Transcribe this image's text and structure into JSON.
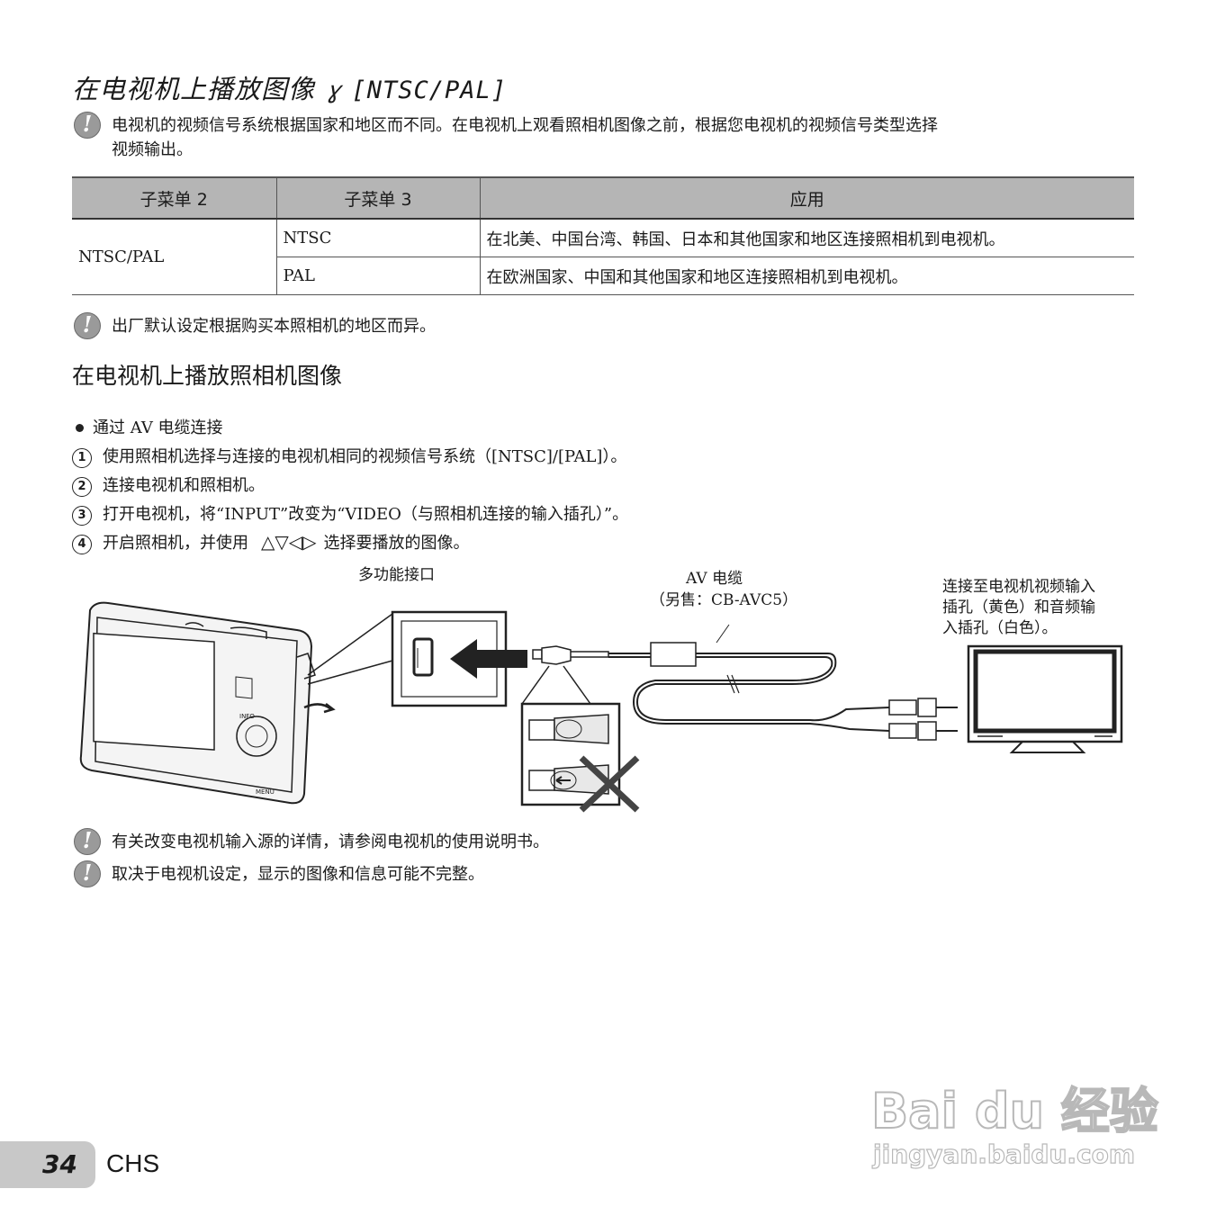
{
  "header": {
    "title_text": "在电视机上播放图像",
    "setup_icon": "setup-wrench-icon",
    "title_code": "[NTSC/PAL]"
  },
  "note1": {
    "icon": "caution-icon",
    "line1": "电视机的视频信号系统根据国家和地区而不同。在电视机上观看照相机图像之前，根据您电视机的视频信号类型选择",
    "line2": "视频输出。"
  },
  "table": {
    "headers": [
      "子菜单 2",
      "子菜单 3",
      "应用"
    ],
    "submenu2": "NTSC/PAL",
    "rows": [
      {
        "submenu3": "NTSC",
        "application": "在北美、中国台湾、韩国、日本和其他国家和地区连接照相机到电视机。"
      },
      {
        "submenu3": "PAL",
        "application": "在欧洲国家、中国和其他国家和地区连接照相机到电视机。"
      }
    ]
  },
  "note2": {
    "text": "出厂默认设定根据购买本照相机的地区而异。"
  },
  "section": {
    "heading": "在电视机上播放照相机图像",
    "bullet": "通过 AV 电缆连接",
    "steps": [
      {
        "num": "1",
        "text": "使用照相机选择与连接的电视机相同的视频信号系统（[NTSC]/[PAL]）。"
      },
      {
        "num": "2",
        "text": "连接电视机和照相机。"
      },
      {
        "num": "3",
        "text": "打开电视机，将“INPUT”改变为“VIDEO（与照相机连接的输入插孔）”。"
      },
      {
        "num": "4",
        "text_before": "开启照相机，并使用",
        "arrows": "△▽◁▷",
        "text_after": "选择要播放的图像。"
      }
    ]
  },
  "diagram": {
    "label_port": "多功能接口",
    "label_cable_1": "AV 电缆",
    "label_cable_2": "（另售：CB-AVC5）",
    "label_tv_1": "连接至电视机视频输入",
    "label_tv_2": "插孔（黄色）和音频输",
    "label_tv_3": "入插孔（白色）。",
    "camera_labels": [
      "INFO",
      "MENU"
    ]
  },
  "notes_bottom": [
    {
      "text": "有关改变电视机输入源的详情，请参阅电视机的使用说明书。"
    },
    {
      "text": "取决于电视机设定，显示的图像和信息可能不完整。"
    }
  ],
  "footer": {
    "page_number": "34",
    "language": "CHS"
  },
  "watermark": {
    "brand": "Bai du 经验",
    "url": "jingyan.baidu.com"
  }
}
